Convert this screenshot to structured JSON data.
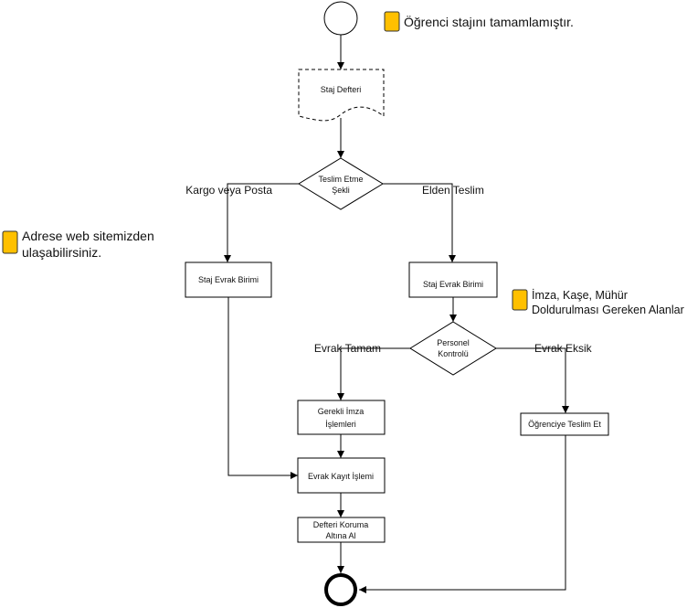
{
  "nodes": {
    "doc": "Staj Defteri",
    "decision1": [
      "Teslim Etme",
      "Şekli"
    ],
    "box_left": "Staj Evrak Birimi",
    "box_right": "Staj Evrak Birimi",
    "decision2": [
      "Personel",
      "Kontrolü"
    ],
    "signature": [
      "Gerekli İmza",
      "İşlemleri"
    ],
    "record": "Evrak Kayıt İşlemi",
    "deliver": "Öğrenciye Teslim Et",
    "protect": [
      "Defteri Koruma",
      "Altına Al"
    ]
  },
  "edges": {
    "cargo": "Kargo veya Posta",
    "hand": "Elden Teslim",
    "complete": "Evrak Tamam",
    "missing": "Evrak Eksik"
  },
  "notes": {
    "start": "Öğrenci stajını tamamlamıştır.",
    "web": [
      "Adrese web sitemizden",
      "ulaşabilirsiniz."
    ],
    "stamp": [
      "İmza, Kaşe, Mühür",
      "Doldurulması Gereken Alanlar"
    ]
  },
  "colors": {
    "note_fill": "#ffc000",
    "note_stroke": "#333333"
  }
}
